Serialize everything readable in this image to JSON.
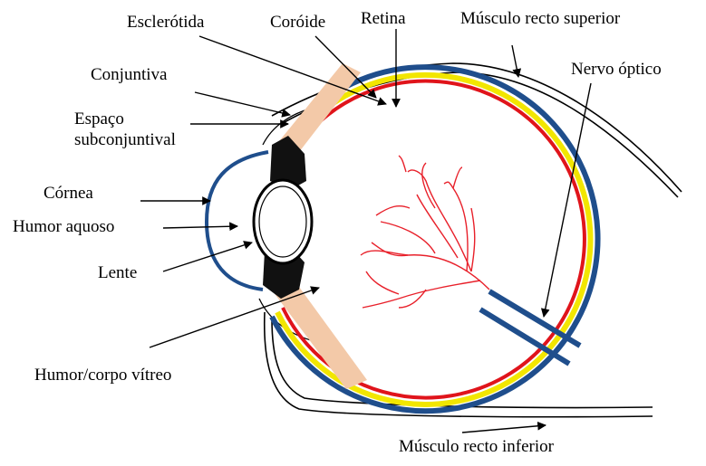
{
  "labels": {
    "esclerotida": "Esclerótida",
    "coroide": "Coróide",
    "retina": "Retina",
    "musculo_recto_superior": "Músculo recto superior",
    "nervo_optico": "Nervo óptico",
    "conjuntiva": "Conjuntiva",
    "espaco_line1": "Espaço",
    "espaco_line2": "subconjuntival",
    "cornea": "Córnea",
    "humor_aquoso": "Humor aquoso",
    "lente": "Lente",
    "humor_corpo_vitreo": "Humor/corpo vítreo",
    "musculo_recto_inferior": "Músculo recto inferior"
  },
  "colors": {
    "sclera": "#1f4e8c",
    "choroid": "#f2e600",
    "retina": "#e0141b",
    "vessels": "#e8202a",
    "muscle": "#f3c9a8",
    "iris": "#111111"
  }
}
